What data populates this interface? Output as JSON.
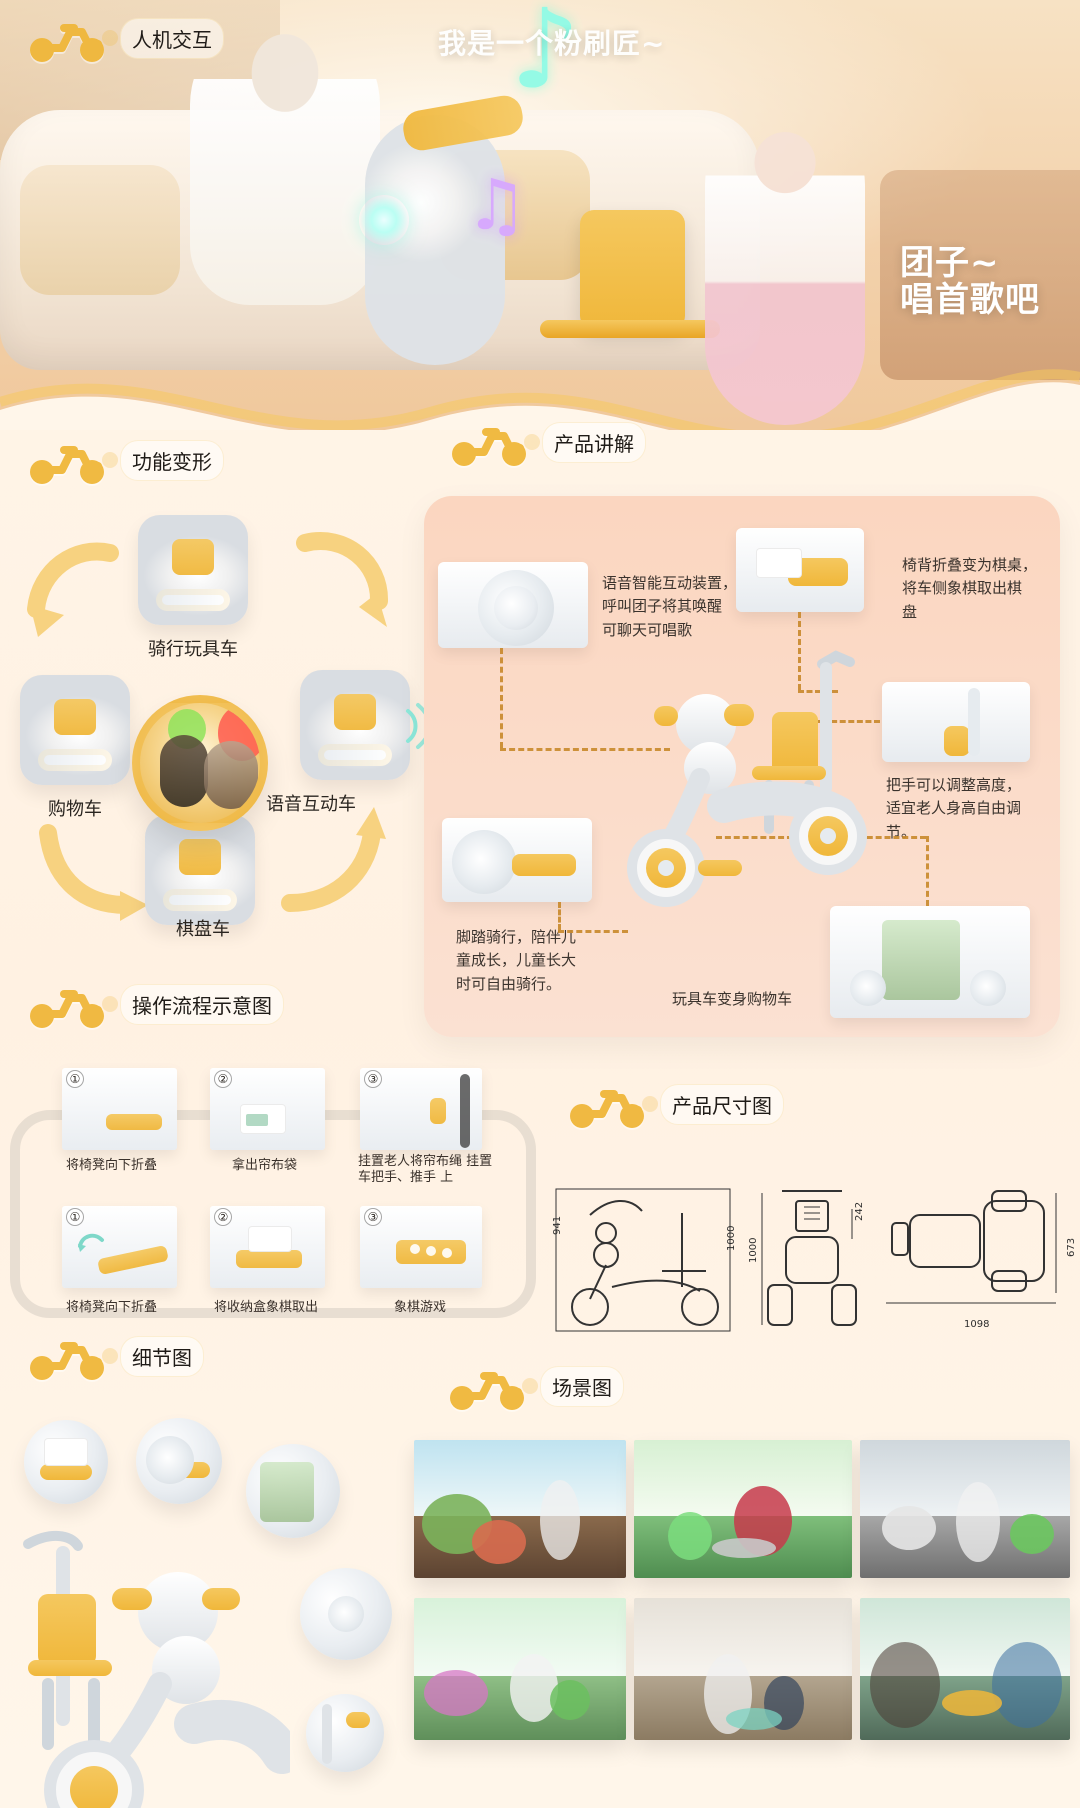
{
  "colors": {
    "accent": "#f0b73a",
    "accent_light": "#f5c85f",
    "panel_bg": "#fbd6c0",
    "page_bg": "#fff6ea",
    "note_cyan": "#8ffbe6",
    "note_purple": "#d7a7ff"
  },
  "hero": {
    "corner_title": "人机交互",
    "top_bubble": "我是一个粉刷匠~",
    "right_bubble_line1": "团子~",
    "right_bubble_line2": "唱首歌吧"
  },
  "sections": {
    "function_transform": "功能变形",
    "product_explain": "产品讲解",
    "operation_flow": "操作流程示意图",
    "product_size": "产品尺寸图",
    "details": "细节图",
    "scenes": "场景图"
  },
  "function_transform": {
    "top": "骑行玩具车",
    "left": "购物车",
    "right": "语音互动车",
    "bottom": "棋盘车"
  },
  "product_explain": {
    "text_voice": "语音智能互动装置，\n呼叫团子将其唤醒\n可聊天可唱歌",
    "text_chair": "椅背折叠变为棋桌，\n将车侧象棋取出棋\n盘",
    "text_handle": "把手可以调整高度，\n适宜老人身高自由调\n节。",
    "text_pedal": "脚踏骑行，陪伴儿\n童成长，儿童长大\n时可自由骑行。",
    "text_shopping": "玩具车变身购物车"
  },
  "operation_flow": {
    "row1": [
      {
        "num": "①",
        "caption": "将椅凳向下折叠"
      },
      {
        "num": "②",
        "caption": "拿出帘布袋"
      },
      {
        "num": "③",
        "caption": "挂置老人将帘布绳\n挂置车把手、推手\n上"
      }
    ],
    "row2": [
      {
        "num": "①",
        "caption": "将椅凳向下折叠"
      },
      {
        "num": "②",
        "caption": "将收纳盒象棋取出"
      },
      {
        "num": "③",
        "caption": "象棋游戏"
      }
    ]
  },
  "dimensions": {
    "d941": "941",
    "d1000a": "1000",
    "d1000b": "1000",
    "d242": "242",
    "d1098": "1098",
    "d673": "673"
  },
  "icons": {
    "scooter": "scooter-icon",
    "arrow": "cycle-arrow-icon",
    "music": "music-note-icon",
    "sound": "sound-wave-icon"
  }
}
